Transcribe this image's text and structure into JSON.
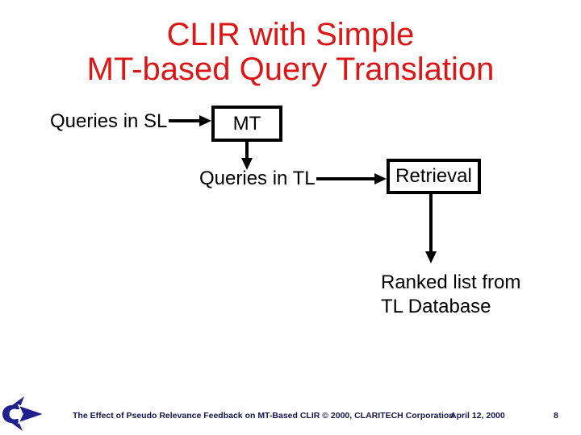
{
  "slide": {
    "title": {
      "line1": "CLIR with Simple",
      "line2": "MT-based Query Translation"
    },
    "diagram": {
      "queries_sl_label": "Queries in SL",
      "mt_box_label": "MT",
      "queries_tl_label": "Queries in TL",
      "retrieval_box_label": "Retrieval",
      "ranked_list_line1": "Ranked list from",
      "ranked_list_line2": "TL Database"
    },
    "footer": {
      "citation": "The Effect of Pseudo Relevance Feedback on MT-Based CLIR © 2000, CLARITECH Corporation",
      "date": "April 12, 2000",
      "page_number": "8"
    },
    "colors": {
      "title_red": "#dd1515",
      "diagram_black": "#000000",
      "logo_navy": "#1f1f8f",
      "footer_navy": "#15154d"
    }
  }
}
